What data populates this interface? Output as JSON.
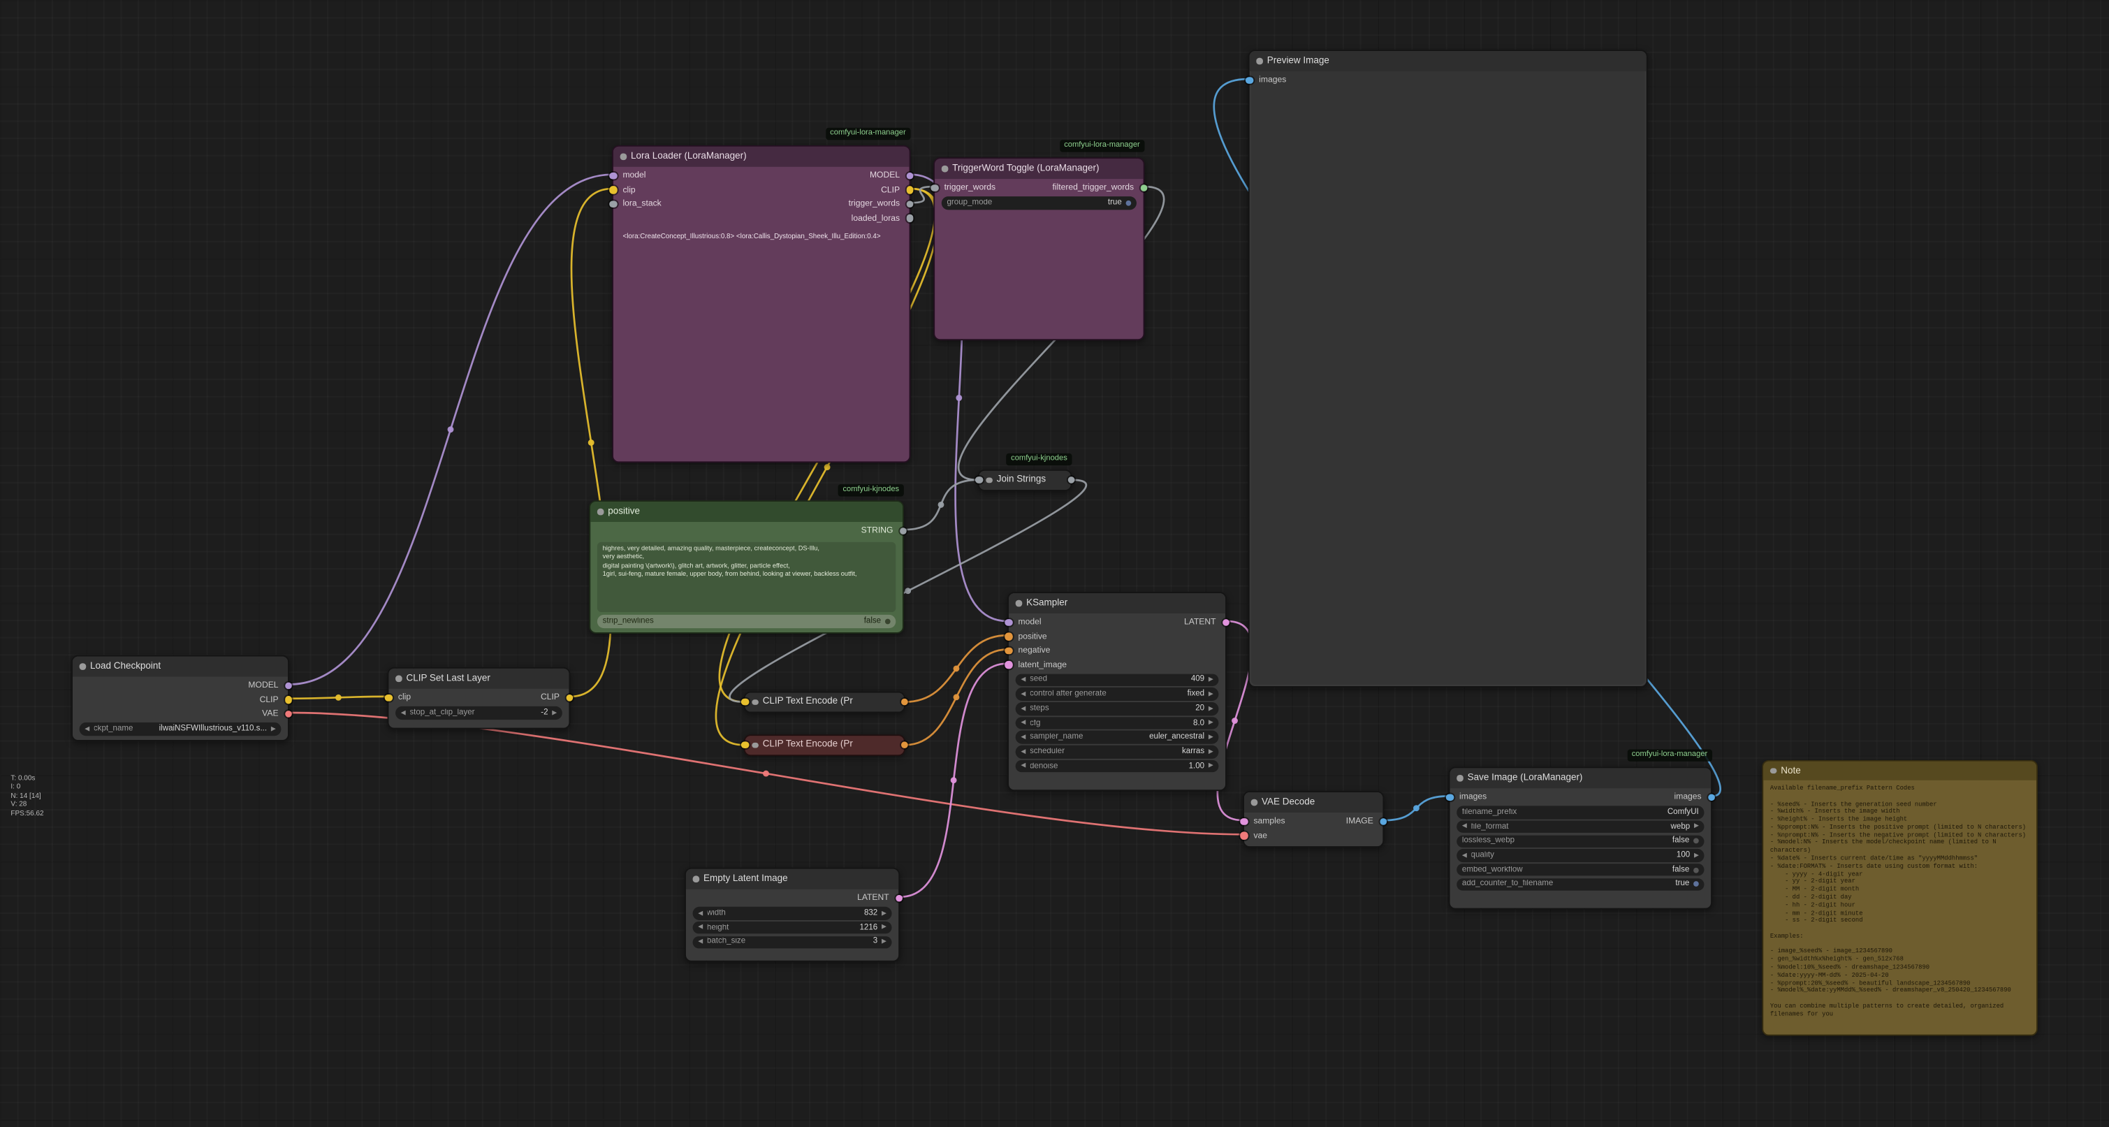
{
  "colors": {
    "model": "#af93d4",
    "clip": "#e8c02e",
    "vae": "#f07a7a",
    "conditioning": "#e2953c",
    "latent": "#e193dd",
    "image": "#5aa7e0",
    "string": "#9aa0a6",
    "filtered_string": "#8fce8f",
    "toggle_on": "#5e729c"
  },
  "canvas": {
    "stats": [
      "T: 0.00s",
      "I: 0",
      "N: 14 [14]",
      "V: 28",
      "FPS:56.62"
    ]
  },
  "badges": {
    "lora_manager": "comfyui-lora-manager",
    "kjnodes": "comfyui-kjnodes"
  },
  "nodes": {
    "load_checkpoint": {
      "title": "Load Checkpoint",
      "outputs": [
        "MODEL",
        "CLIP",
        "VAE"
      ],
      "widgets": [
        {
          "label": "ckpt_name",
          "value": "ilwaiNSFWIllustrious_v110.s..."
        }
      ]
    },
    "clip_set_last_layer": {
      "title": "CLIP Set Last Layer",
      "inputs": [
        "clip"
      ],
      "outputs": [
        "CLIP"
      ],
      "widgets": [
        {
          "label": "stop_at_clip_layer",
          "value": "-2"
        }
      ]
    },
    "lora_loader": {
      "title": "Lora Loader (LoraManager)",
      "inputs": [
        "model",
        "clip",
        "lora_stack"
      ],
      "outputs": [
        "MODEL",
        "CLIP",
        "trigger_words",
        "loaded_loras"
      ],
      "loras_text": "<lora:CreateConcept_Illustrious:0.8> <lora:Callis_Dystopian_Sheek_Illu_Edition:0.4>"
    },
    "triggerword_toggle": {
      "title": "TriggerWord Toggle (LoraManager)",
      "inputs": [
        "trigger_words"
      ],
      "outputs": [
        "filtered_trigger_words"
      ],
      "widgets": [
        {
          "label": "group_mode",
          "value": "true"
        }
      ]
    },
    "positive": {
      "title": "positive",
      "outputs": [
        "STRING"
      ],
      "text": "highres, very detailed, amazing quality, masterpiece, createconcept, DS-Illu,\nvery aesthetic,\ndigital painting \\(artwork\\), glitch art, artwork, glitter, particle effect,\n1girl, sui-feng, mature female, upper body, from behind, looking at viewer, backless outfit,",
      "widgets": [
        {
          "label": "strip_newlines",
          "value": "false"
        }
      ]
    },
    "join_strings": {
      "title": "Join Strings"
    },
    "clip_text_encode_pos": {
      "title": "CLIP Text Encode (Pr"
    },
    "clip_text_encode_neg": {
      "title": "CLIP Text Encode (Pr"
    },
    "ksampler": {
      "title": "KSampler",
      "inputs": [
        "model",
        "positive",
        "negative",
        "latent_image"
      ],
      "outputs": [
        "LATENT"
      ],
      "widgets": [
        {
          "label": "seed",
          "value": "409"
        },
        {
          "label": "control after generate",
          "value": "fixed"
        },
        {
          "label": "steps",
          "value": "20"
        },
        {
          "label": "cfg",
          "value": "8.0"
        },
        {
          "label": "sampler_name",
          "value": "euler_ancestral"
        },
        {
          "label": "scheduler",
          "value": "karras"
        },
        {
          "label": "denoise",
          "value": "1.00"
        }
      ]
    },
    "empty_latent": {
      "title": "Empty Latent Image",
      "outputs": [
        "LATENT"
      ],
      "widgets": [
        {
          "label": "width",
          "value": "832"
        },
        {
          "label": "height",
          "value": "1216"
        },
        {
          "label": "batch_size",
          "value": "3"
        }
      ]
    },
    "vae_decode": {
      "title": "VAE Decode",
      "inputs": [
        "samples",
        "vae"
      ],
      "outputs": [
        "IMAGE"
      ]
    },
    "preview_image": {
      "title": "Preview Image",
      "inputs": [
        "images"
      ]
    },
    "save_image": {
      "title": "Save Image (LoraManager)",
      "inputs": [
        "images"
      ],
      "outputs": [
        "images"
      ],
      "widgets": [
        {
          "label": "filename_prefix",
          "value": "ComfyUI"
        },
        {
          "label": "file_format",
          "value": "webp"
        },
        {
          "label": "lossless_webp",
          "value": "false"
        },
        {
          "label": "quality",
          "value": "100"
        },
        {
          "label": "embed_workflow",
          "value": "false"
        },
        {
          "label": "add_counter_to_filename",
          "value": "true"
        }
      ]
    },
    "note": {
      "title": "Note",
      "text": "Available filename_prefix Pattern Codes\n\n- %seed% - Inserts the generation seed number\n- %width% - Inserts the image width\n- %height% - Inserts the image height\n- %pprompt:N% - Inserts the positive prompt (limited to N characters)\n- %nprompt:N% - Inserts the negative prompt (limited to N characters)\n- %model:N% - Inserts the model/checkpoint name (limited to N characters)\n- %date% - Inserts current date/time as \"yyyyMMddhhmmss\"\n- %date:FORMAT% - Inserts date using custom format with:\n    - yyyy - 4-digit year\n    - yy - 2-digit year\n    - MM - 2-digit month\n    - dd - 2-digit day\n    - hh - 2-digit hour\n    - mm - 2-digit minute\n    - ss - 2-digit second\n\nExamples:\n\n- image_%seed% - image_1234567890\n- gen_%width%x%height% - gen_512x768\n- %model:10%_%seed% - dreamshape_1234567890\n- %date:yyyy-MM-dd% - 2025-04-20\n- %pprompt:20%_%seed% - beautiful landscape_1234567890\n- %model%_%date:yyMMdd%_%seed% - dreamshaper_v8_250420_1234567890\n\nYou can combine multiple patterns to create detailed, organized filenames for you"
    }
  }
}
